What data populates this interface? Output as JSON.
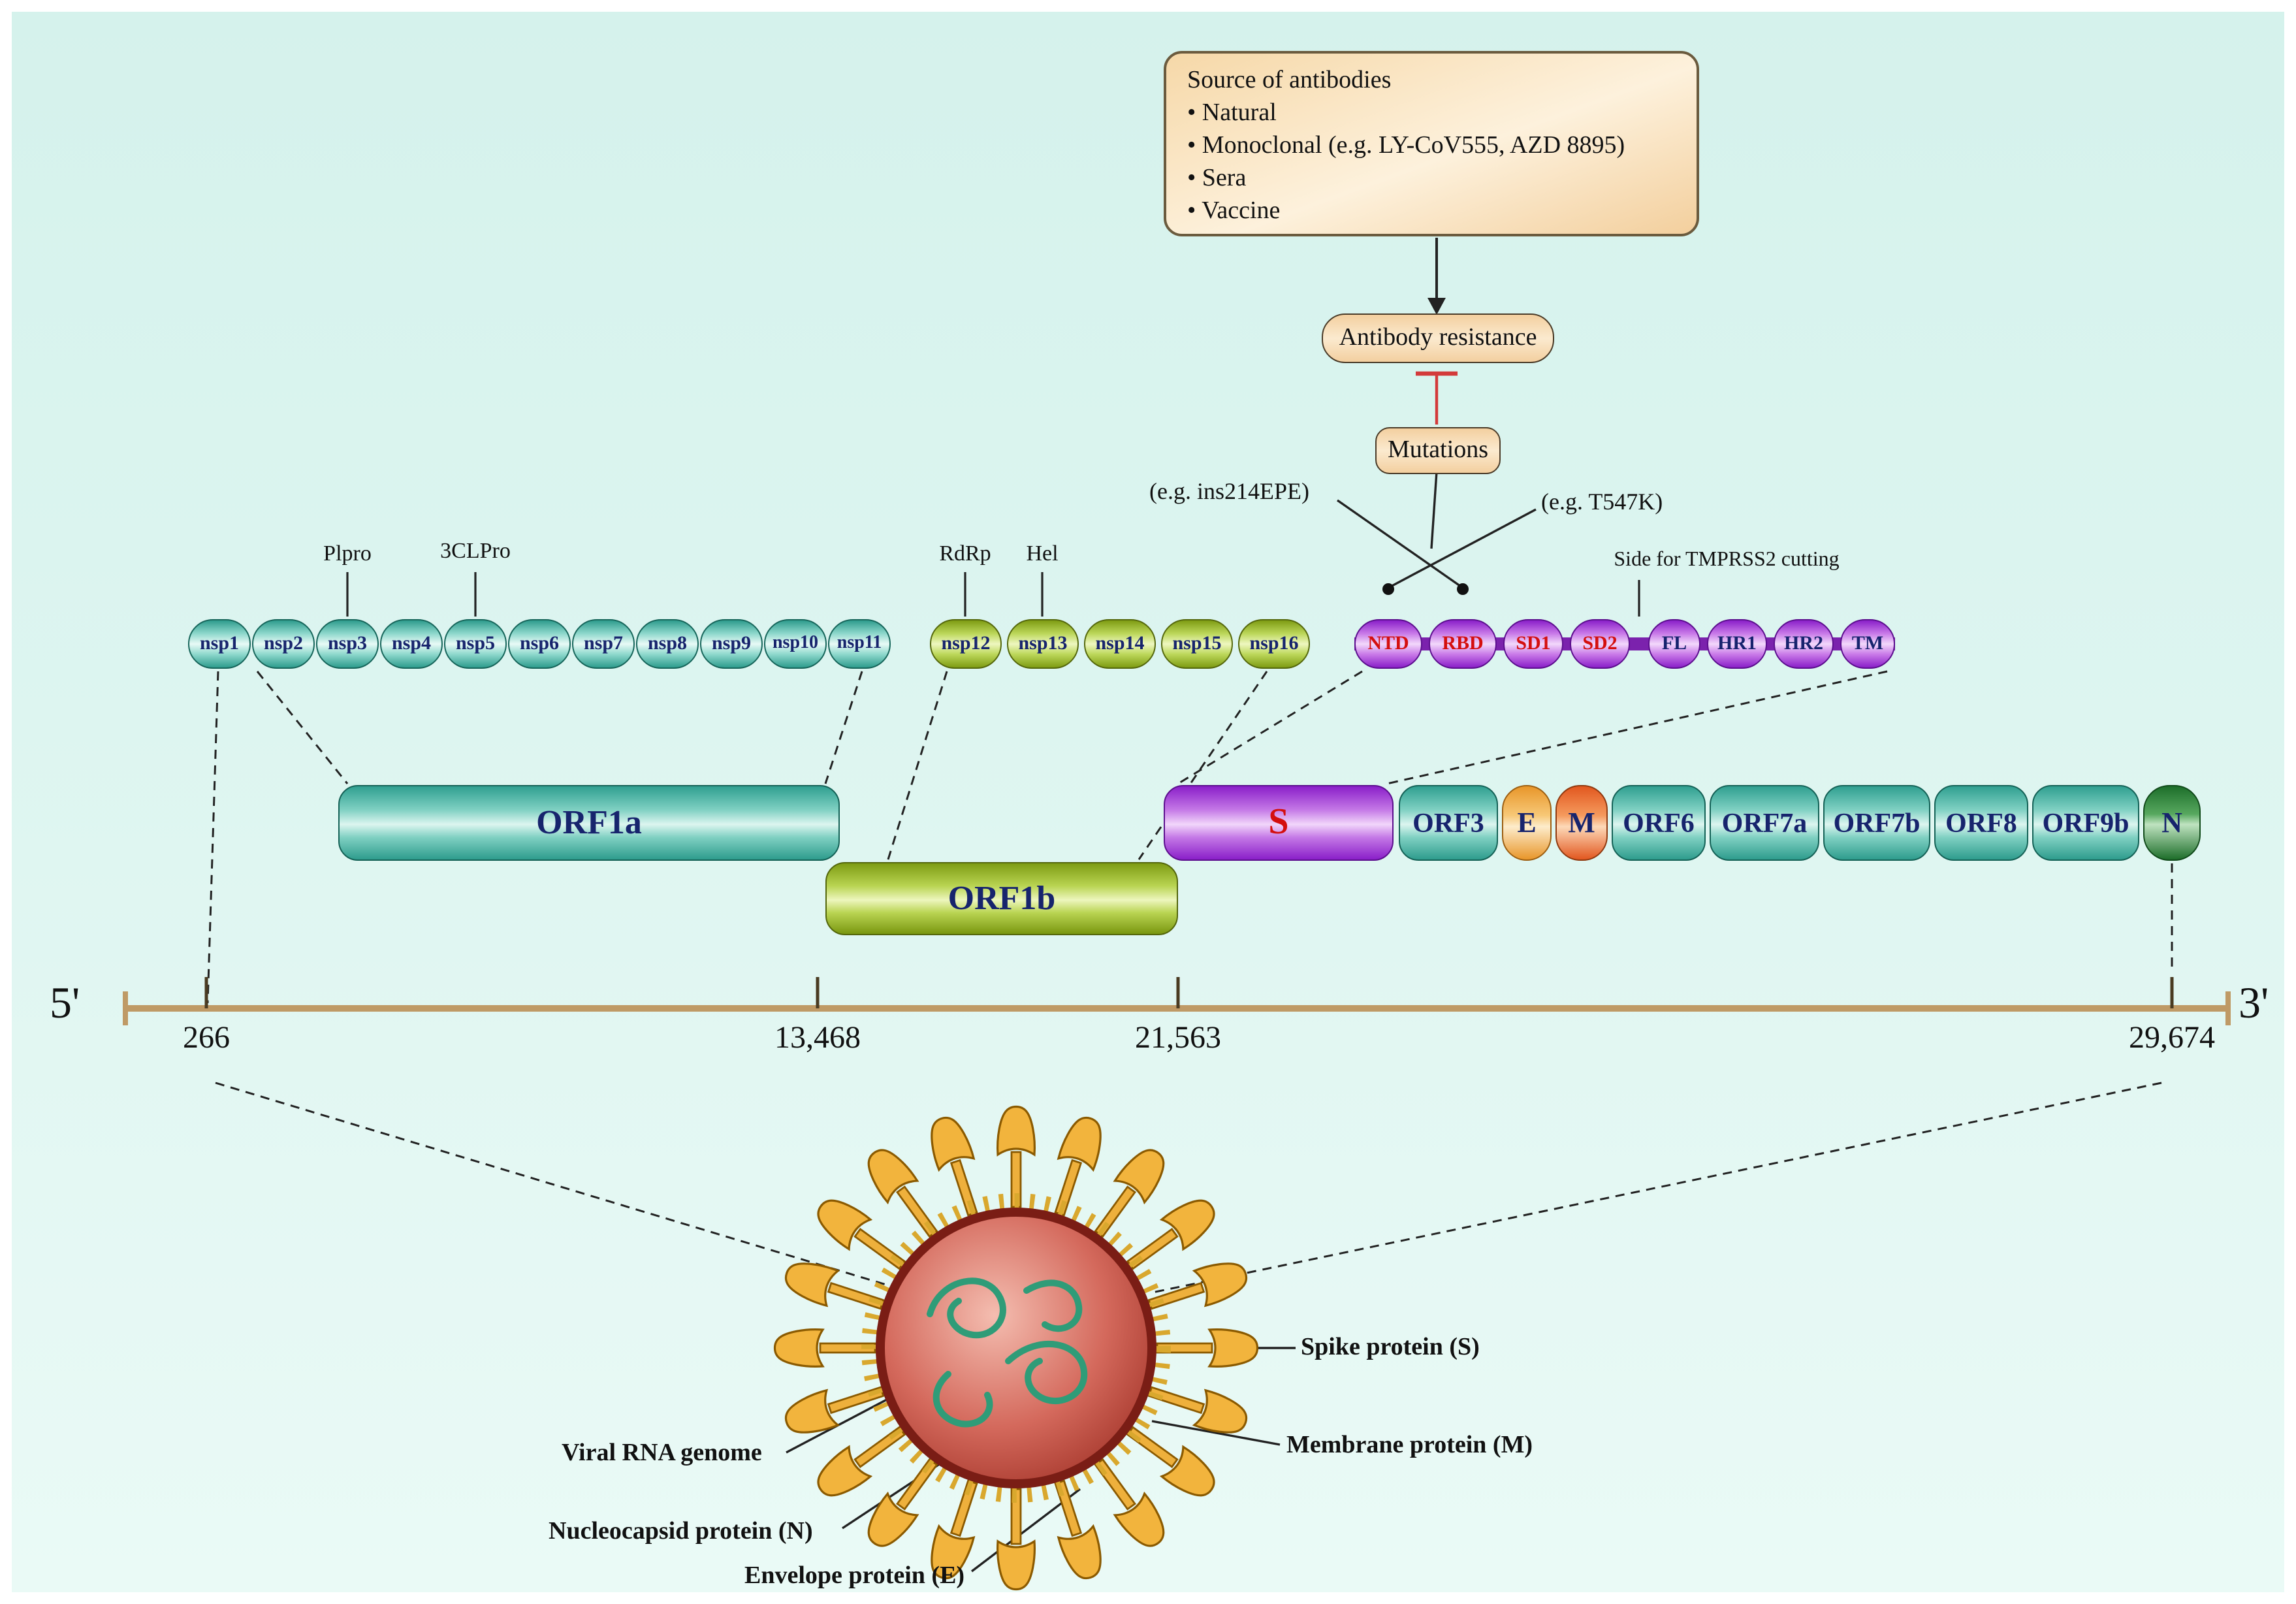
{
  "antibody_panel": {
    "title": "Source of antibodies",
    "bullets": [
      "• Natural",
      "• Monoclonal (e.g. LY-CoV555, AZD 8895)",
      "• Sera",
      "• Vaccine"
    ]
  },
  "resistance_flow": {
    "antibody_resistance": "Antibody resistance",
    "mutations": "Mutations",
    "example_left": "(e.g. ins214EPE)",
    "example_right": "(e.g. T547K)"
  },
  "nsp": {
    "teal_labels": [
      "nsp1",
      "nsp2",
      "nsp3",
      "nsp4",
      "nsp5",
      "nsp6",
      "nsp7",
      "nsp8",
      "nsp9",
      "nsp10",
      "nsp11"
    ],
    "green_labels": [
      "nsp12",
      "nsp13",
      "nsp14",
      "nsp15",
      "nsp16"
    ],
    "annotations": {
      "plpro": "Plpro",
      "clpro": "3CLPro",
      "rdrp": "RdRp",
      "hel": "Hel"
    }
  },
  "spike": {
    "domains_red": [
      "NTD",
      "RBD",
      "SD1",
      "SD2"
    ],
    "domains_blue": [
      "FL",
      "HR1",
      "HR2",
      "TM"
    ],
    "tmprss2_note": "Side for TMPRSS2 cutting"
  },
  "orfs": {
    "orf1a": "ORF1a",
    "orf1b": "ORF1b",
    "s": "S",
    "orf3": "ORF3",
    "e": "E",
    "m": "M",
    "orf6": "ORF6",
    "orf7a": "ORF7a",
    "orf7b": "ORF7b",
    "orf8": "ORF8",
    "orf9b": "ORF9b",
    "n": "N"
  },
  "genome_axis": {
    "five_prime": "5'",
    "three_prime": "3'",
    "positions": [
      "266",
      "13,468",
      "21,563",
      "29,674"
    ]
  },
  "virion": {
    "labels": {
      "rna": "Viral RNA genome",
      "spike": "Spike protein (S)",
      "membrane": "Membrane protein (M)",
      "nucleocapsid": "Nucleocapsid protein (N)",
      "envelope": "Envelope protein (E)"
    }
  }
}
